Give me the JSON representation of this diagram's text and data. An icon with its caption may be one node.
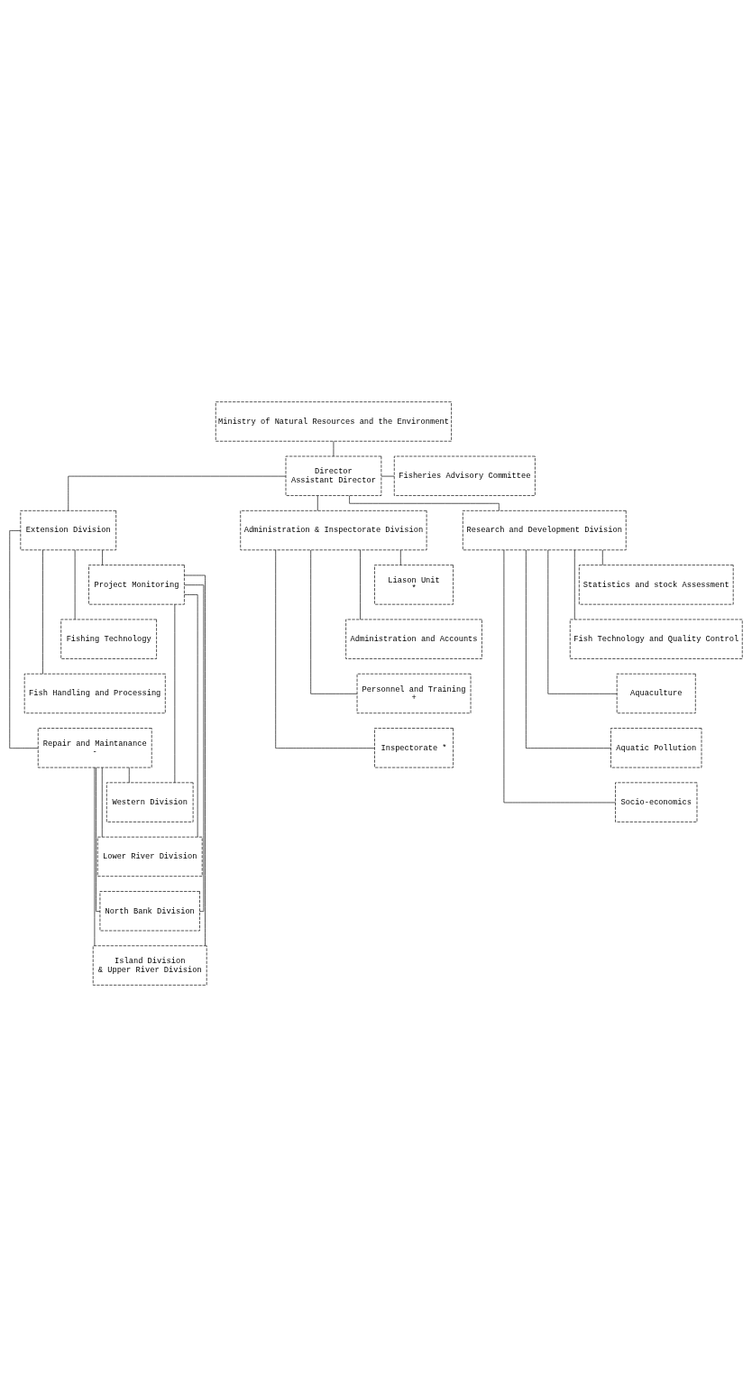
{
  "diagram": {
    "nodes": [
      {
        "text": [
          "Ministry of Natural Resources and the Environment"
        ]
      },
      {
        "text": [
          "Director",
          "Assistant Director"
        ]
      },
      {
        "text": [
          "Fisheries Advisory Committee"
        ]
      },
      {
        "text": [
          "Extension Division"
        ]
      },
      {
        "text": [
          "Administration & Inspectorate Division"
        ]
      },
      {
        "text": [
          "Research and Development Division"
        ]
      },
      {
        "text": [
          "Project Monitoring"
        ]
      },
      {
        "text": [
          "Fishing Technology"
        ]
      },
      {
        "text": [
          "Fish Handling and Processing"
        ]
      },
      {
        "text": [
          "Repair and Maintanance",
          "-"
        ]
      },
      {
        "text": [
          "Liason Unit",
          "*"
        ]
      },
      {
        "text": [
          "Administration and Accounts"
        ]
      },
      {
        "text": [
          "Personnel and Training",
          "+"
        ]
      },
      {
        "text": [
          "Inspectorate *"
        ]
      },
      {
        "text": [
          "Statistics and stock Assessment"
        ]
      },
      {
        "text": [
          "Fish Technology and Quality Control"
        ]
      },
      {
        "text": [
          "Aquaculture"
        ]
      },
      {
        "text": [
          "Aquatic Pollution"
        ]
      },
      {
        "text": [
          "Socio-economics"
        ]
      },
      {
        "text": [
          "Western Division"
        ]
      },
      {
        "text": [
          "Lower River Division"
        ]
      },
      {
        "text": [
          "North Bank Division"
        ]
      },
      {
        "text": [
          "Island Division",
          "& Upper River Division"
        ]
      }
    ],
    "edges": [
      {
        "from": 0,
        "to": 1,
        "arrow": "none"
      },
      {
        "from": 1,
        "to": 2,
        "arrow": "none"
      },
      {
        "from": 1,
        "to": 3,
        "arrow": "none"
      },
      {
        "from": 1,
        "to": 4,
        "arrow": "none"
      },
      {
        "from": 1,
        "to": 5,
        "arrow": "none"
      },
      {
        "from": 3,
        "to": 6,
        "arrow": "none"
      },
      {
        "from": 3,
        "to": 7,
        "arrow": "none"
      },
      {
        "from": 3,
        "to": 8,
        "arrow": "none"
      },
      {
        "from": 3,
        "to": 9,
        "arrow": "none"
      },
      {
        "from": 4,
        "to": 10,
        "arrow": "none"
      },
      {
        "from": 4,
        "to": 11,
        "arrow": "none"
      },
      {
        "from": 4,
        "to": 12,
        "arrow": "none"
      },
      {
        "from": 4,
        "to": 13,
        "arrow": "none"
      },
      {
        "from": 5,
        "to": 14,
        "arrow": "none"
      },
      {
        "from": 5,
        "to": 15,
        "arrow": "none"
      },
      {
        "from": 5,
        "to": 16,
        "arrow": "none"
      },
      {
        "from": 5,
        "to": 17,
        "arrow": "none"
      },
      {
        "from": 5,
        "to": 18,
        "arrow": "none"
      },
      {
        "from": 6,
        "to": 19,
        "arrow": "none"
      },
      {
        "from": 6,
        "to": 20,
        "arrow": "none"
      },
      {
        "from": 6,
        "to": 21,
        "arrow": "none"
      },
      {
        "from": 6,
        "to": 22,
        "arrow": "none"
      },
      {
        "from": 9,
        "to": 19,
        "arrow": "none"
      },
      {
        "from": 9,
        "to": 20,
        "arrow": "none"
      },
      {
        "from": 9,
        "to": 21,
        "arrow": "none"
      },
      {
        "from": 9,
        "to": 22,
        "arrow": "none"
      }
    ]
  }
}
